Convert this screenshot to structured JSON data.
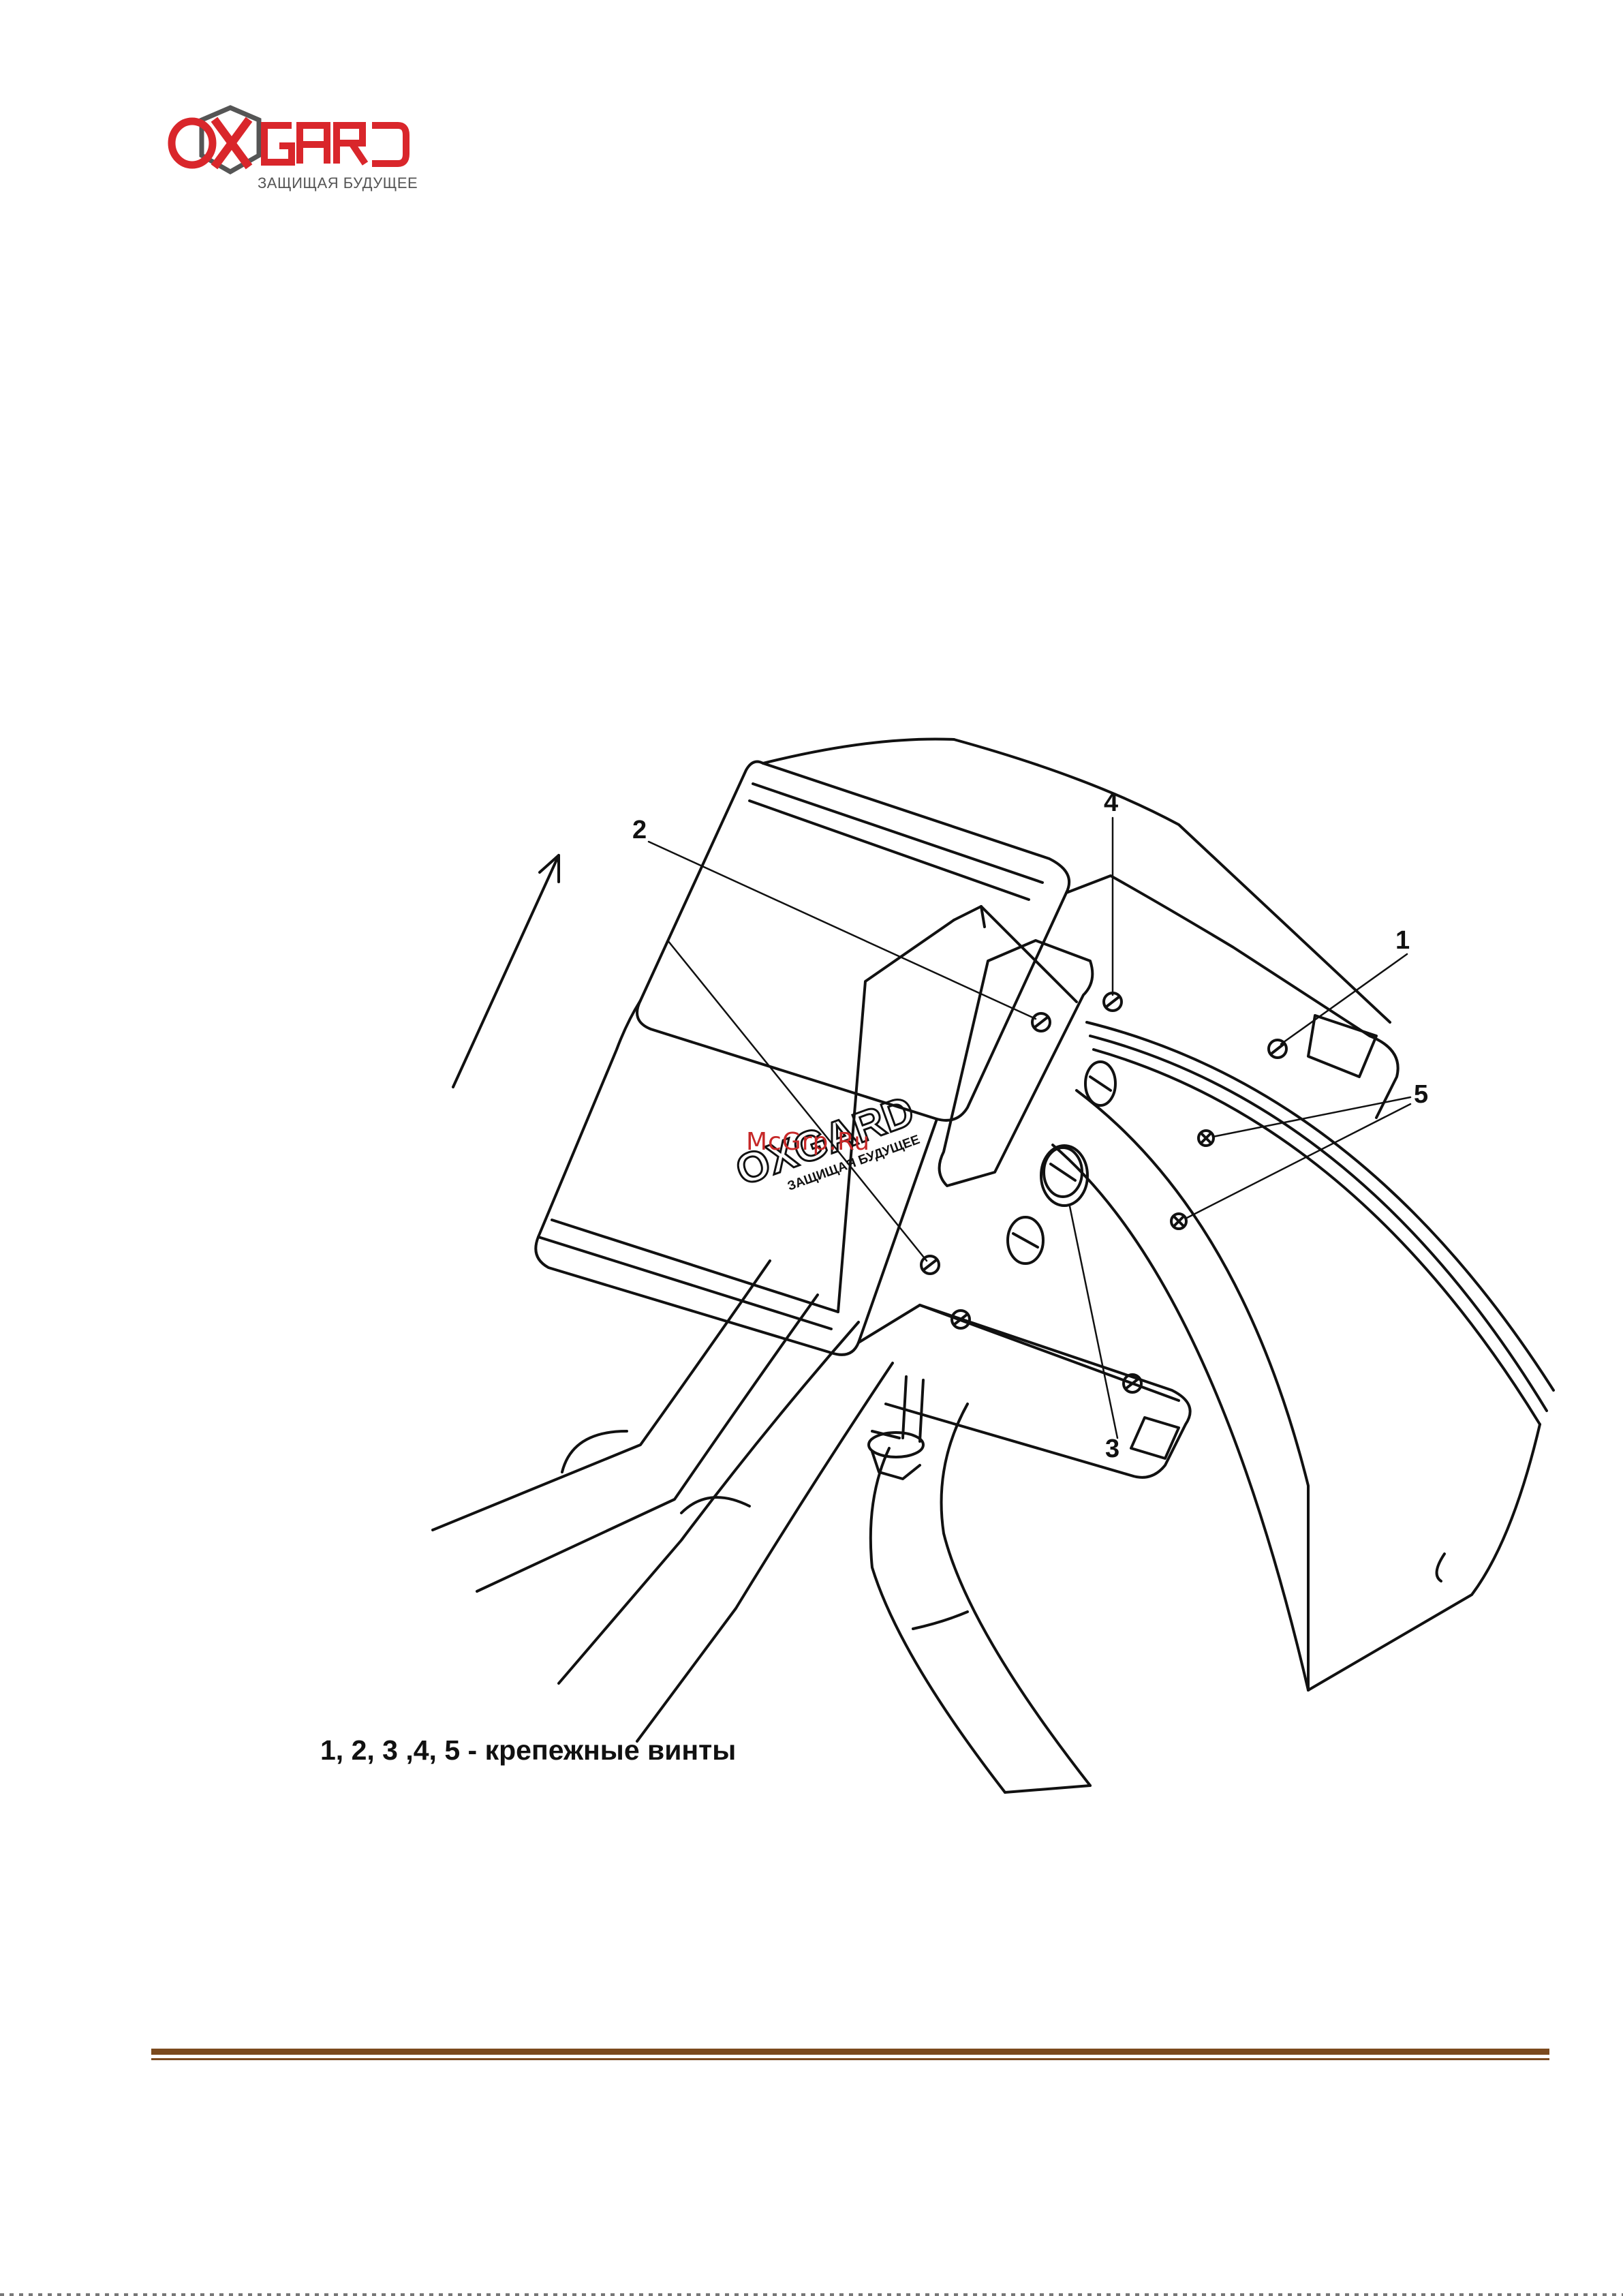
{
  "header": {
    "logo": {
      "wordmark": "OXGARD",
      "tagline": "ЗАЩИЩАЯ БУДУЩЕЕ"
    }
  },
  "figure": {
    "callouts": [
      "1",
      "2",
      "3",
      "4",
      "5"
    ],
    "device_logo": {
      "wordmark": "OXGARD",
      "tagline": "ЗАЩИЩАЯ БУДУЩЕЕ"
    },
    "watermark": "McGrp.Ru",
    "caption": "1, 2, 3 ,4, 5 - крепежные винты"
  },
  "colors": {
    "brand_red": "#d9262b",
    "brand_gray": "#555555",
    "rule": "#7b4a1e",
    "watermark": "#c62828"
  }
}
